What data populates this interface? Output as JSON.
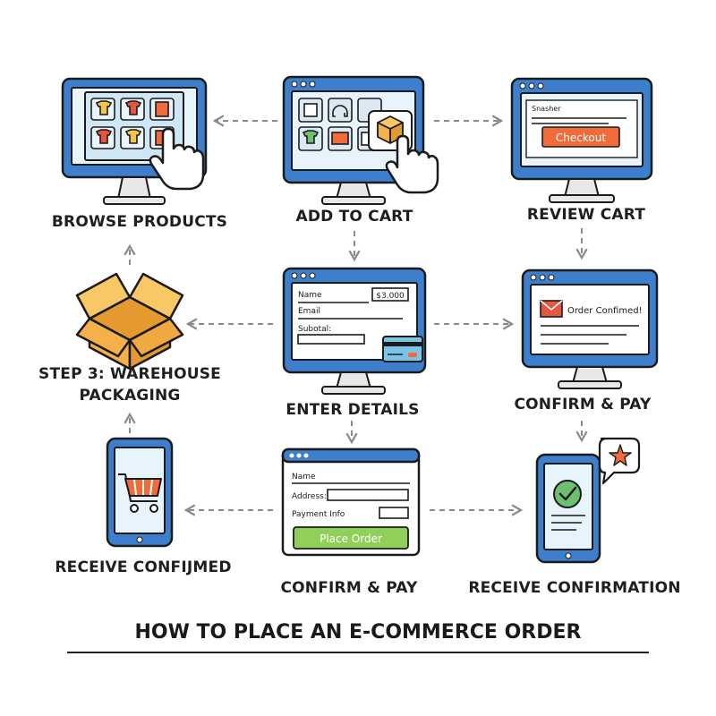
{
  "labels": {
    "browse": "BROWSE PRODUCTS",
    "add_to_cart": "ADD TO CART",
    "review_cart": "REVIEW CART",
    "warehouse": "STEP 3: WAREHOUSE PACKAGING",
    "enter_details": "ENTER DETAILS",
    "confirm_pay_right": "CONFIRM & PAY",
    "receive_left": "RECEIVE CONFIJMED",
    "confirm_pay_bottom": "CONFIRM & PAY",
    "receive_confirmation": "RECEIVE CONFIRMATION"
  },
  "review_screen": {
    "heading": "Snasher",
    "button": "Checkout"
  },
  "details_screen": {
    "name": "Name",
    "amount": "$3.000",
    "email": "Email",
    "subtotal": "Subotal:"
  },
  "confirm_screen": {
    "message": "Order Confimed!"
  },
  "form": {
    "name": "Name",
    "address": "Address:",
    "payment": "Payment Info",
    "button": "Place Order"
  },
  "footer": {
    "title": "HOW TO PLACE AN E-COMMERCE ORDER"
  },
  "colors": {
    "monitor_blue": "#3d7fcc",
    "screen_bg": "#e8f4fb",
    "outline": "#1b1b1b",
    "checkout_orange": "#f06a3a",
    "place_order_green": "#8fcf5a",
    "box_orange": "#f5b04a",
    "envelope_red": "#e8553e",
    "arrow_gray": "#8a8a8a"
  }
}
